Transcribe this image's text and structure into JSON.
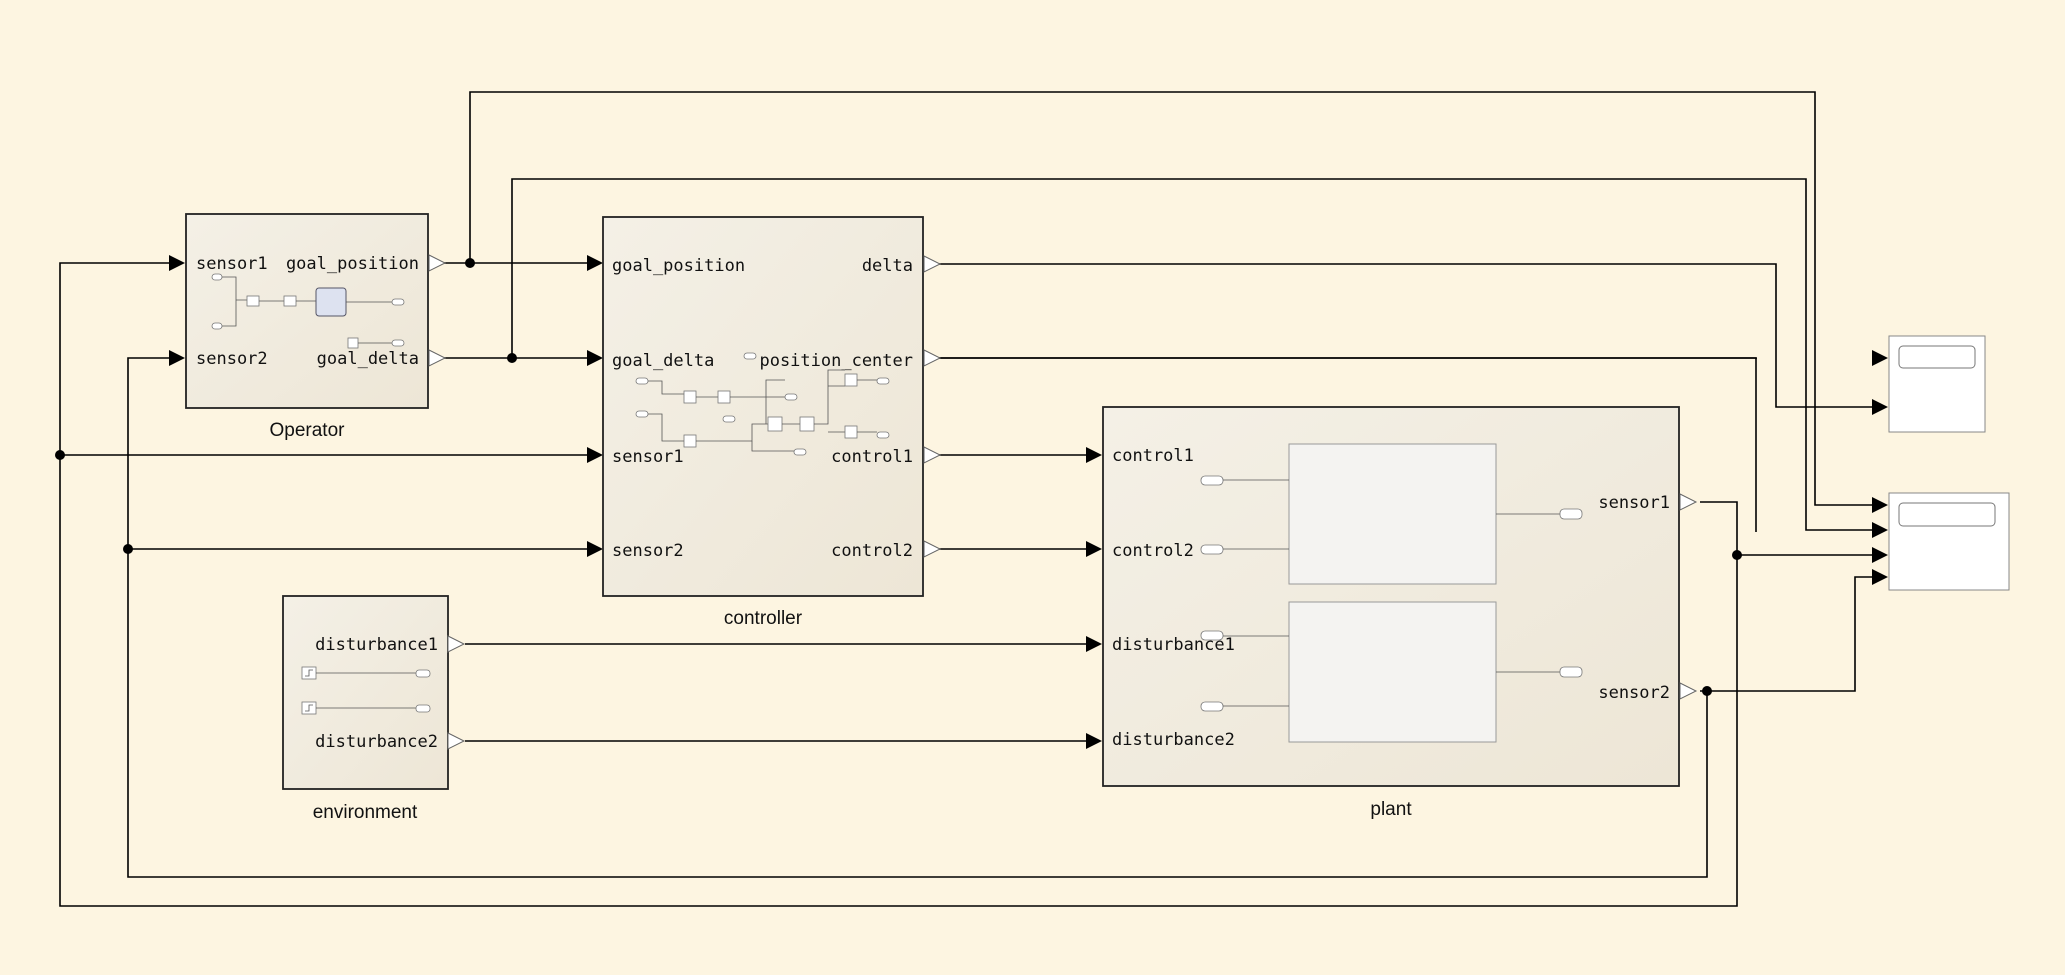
{
  "colors": {
    "canvas": "#fdf5e1",
    "block_fill": "#f1ece0",
    "scope_fill": "#ffffff",
    "wire": "#000000"
  },
  "blocks": {
    "operator": {
      "name": "Operator",
      "inputs": [
        "sensor1",
        "sensor2"
      ],
      "outputs": [
        "goal_position",
        "goal_delta"
      ]
    },
    "controller": {
      "name": "controller",
      "inputs": [
        "goal_position",
        "goal_delta",
        "sensor1",
        "sensor2"
      ],
      "outputs": [
        "delta",
        "position_center",
        "control1",
        "control2"
      ]
    },
    "environment": {
      "name": "environment",
      "outputs": [
        "disturbance1",
        "disturbance2"
      ]
    },
    "plant": {
      "name": "plant",
      "inputs": [
        "control1",
        "control2",
        "disturbance1",
        "disturbance2"
      ],
      "outputs": [
        "sensor1",
        "sensor2"
      ]
    }
  },
  "scopes": [
    {
      "icon": "scope-icon",
      "inputs": 2
    },
    {
      "icon": "scope-icon",
      "inputs": 4
    }
  ]
}
